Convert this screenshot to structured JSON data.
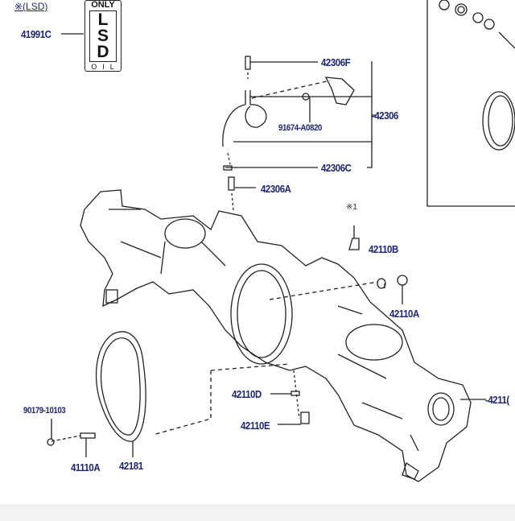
{
  "header_note": "※(LSD)",
  "lsd_tag": {
    "top": "ONLY",
    "main": [
      "L",
      "S",
      "D"
    ],
    "bottom": "OIL"
  },
  "labels": {
    "p41991C": "41991C",
    "p42306F": "42306F",
    "p91674": "91674-A0820",
    "p42306": "-42306",
    "p42306C": "42306C",
    "p42306A": "42306A",
    "note1": "※1",
    "p42110B": "42110B",
    "p42110A": "42110A",
    "p42110D": "42110D",
    "p42110E": "42110E",
    "p42110": "-4211(",
    "p90179": "90179-10103",
    "p41110A": "41110A",
    "p42181": "42181"
  },
  "colors": {
    "label": "#1c2670",
    "line": "#222222"
  }
}
